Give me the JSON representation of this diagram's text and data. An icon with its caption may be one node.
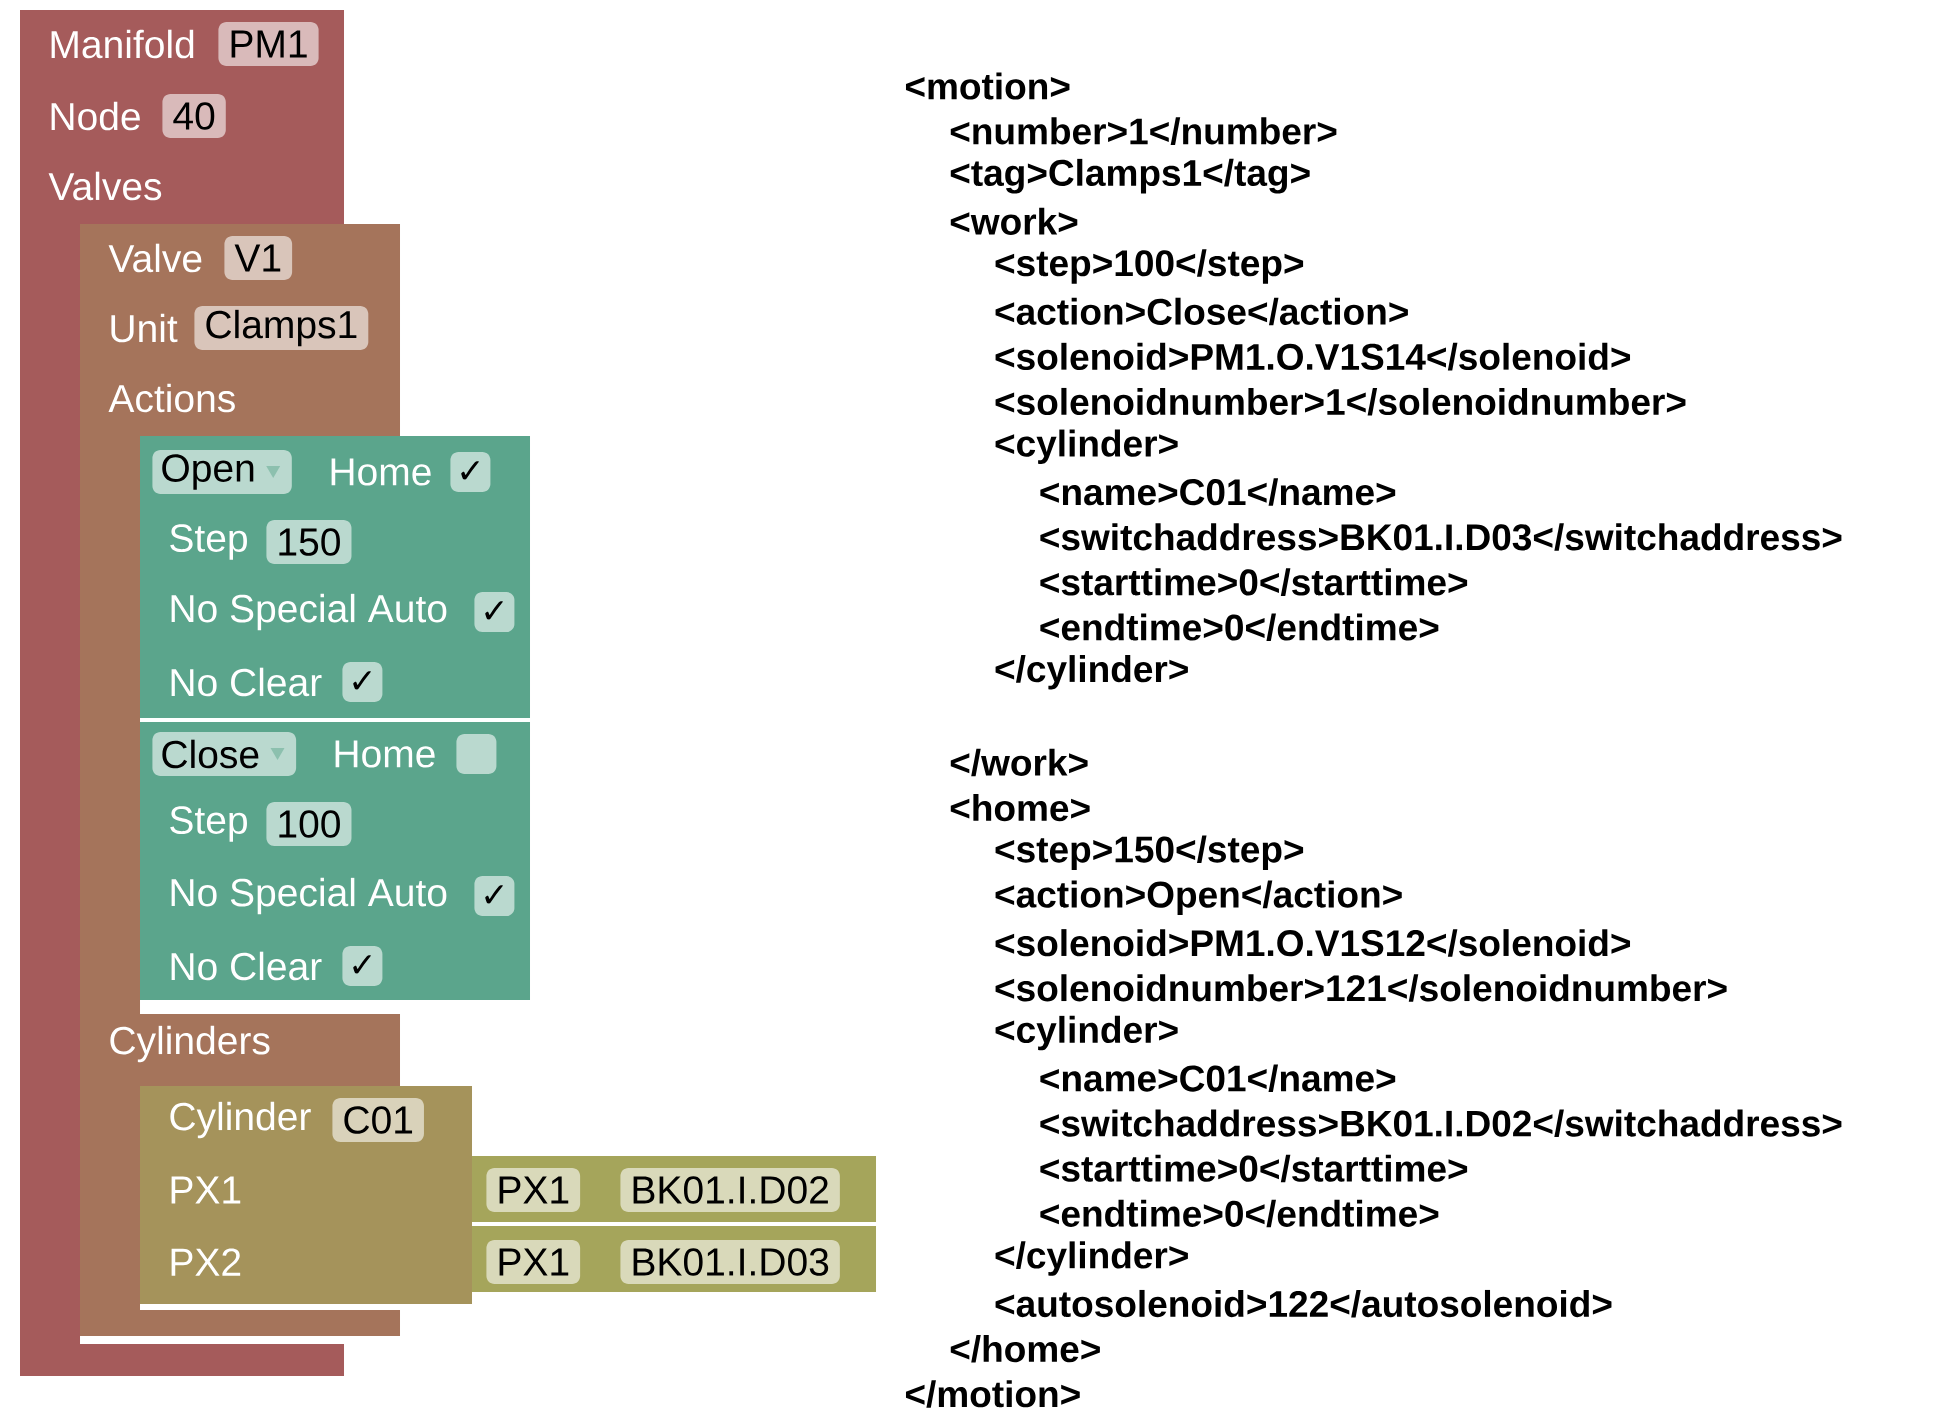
{
  "diagram": {
    "nodes": [
      {
        "text": [
          "Manifold",
          "Node",
          "Valves"
        ]
      },
      {
        "text": [
          "PM1"
        ],
        "in": 0
      },
      {
        "text": [
          "40"
        ],
        "in": 0
      },
      {
        "text": [
          "Valve",
          "Unit",
          "Actions",
          "Cylinders"
        ]
      },
      {
        "text": [
          "V1"
        ],
        "in": 3
      },
      {
        "text": [
          "Clamps1"
        ],
        "in": 3
      },
      {
        "text": [
          "Home",
          "Step",
          "No Special Auto",
          "No Clear"
        ]
      },
      {
        "text": [
          "Open"
        ],
        "in": 6
      },
      {
        "text": [
          "✓"
        ],
        "in": 6
      },
      {
        "text": [
          "150"
        ],
        "in": 6
      },
      {
        "text": [
          "✓"
        ],
        "in": 6
      },
      {
        "text": [
          "✓"
        ],
        "in": 6
      },
      {
        "text": [
          "Home",
          "Step",
          "No Special Auto",
          "No Clear"
        ]
      },
      {
        "text": [
          "Close"
        ],
        "in": 12
      },
      {
        "text": [],
        "shape": "box",
        "in": 12
      },
      {
        "text": [
          "100"
        ],
        "in": 12
      },
      {
        "text": [
          "✓"
        ],
        "in": 12
      },
      {
        "text": [
          "✓"
        ],
        "in": 12
      },
      {
        "text": [
          "Cylinder",
          "PX1",
          "PX2"
        ]
      },
      {
        "text": [
          "C01"
        ],
        "in": 18
      },
      {
        "text": [],
        "shape": "box"
      },
      {
        "text": [
          "PX1"
        ],
        "in": 20
      },
      {
        "text": [
          "BK01.I.D02"
        ],
        "in": 20
      },
      {
        "text": [],
        "shape": "box"
      },
      {
        "text": [
          "PX1"
        ],
        "in": 23
      },
      {
        "text": [
          "BK01.I.D03"
        ],
        "in": 23
      }
    ],
    "labels": [
      "<motion>",
      "<number>1</number>",
      "<tag>Clamps1</tag>",
      "<work>",
      "<step>100</step>",
      "<action>Close</action>",
      "<solenoid>PM1.O.V1S14</solenoid>",
      "<solenoidnumber>1</solenoidnumber>",
      "<cylinder>",
      "<name>C01</name>",
      "<switchaddress>BK01.I.D03</switchaddress>",
      "<starttime>0</starttime>",
      "<endtime>0</endtime>",
      "</cylinder>",
      "</work>",
      "<home>",
      "<step>150</step>",
      "<action>Open</action>",
      "<solenoid>PM1.O.V1S12</solenoid>",
      "<solenoidnumber>121</solenoidnumber>",
      "<cylinder>",
      "<name>C01</name>",
      "<switchaddress>BK01.I.D02</switchaddress>",
      "<starttime>0</starttime>",
      "<endtime>0</endtime>",
      "</cylinder>",
      "<autosolenoid>122</autosolenoid>",
      "</home>",
      "</motion>"
    ]
  }
}
